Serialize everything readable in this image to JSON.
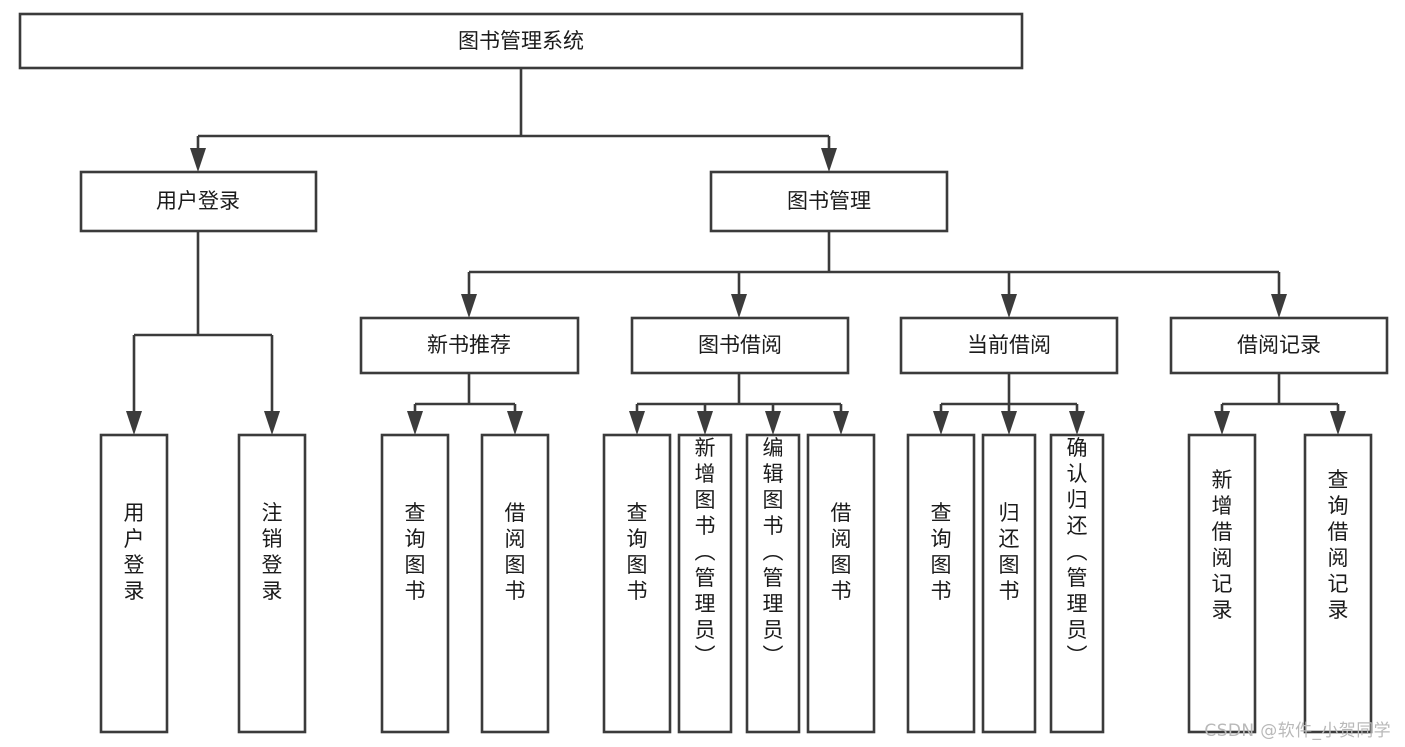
{
  "diagram": {
    "title": "图书管理系统",
    "type": "hierarchy-tree",
    "watermark": "CSDN @软件_小贺同学",
    "colors": {
      "background": "#ffffff",
      "box_fill": "#ffffff",
      "box_stroke": "#3b3b3b",
      "text": "#1b1b1b",
      "watermark": "#b9b9b9"
    },
    "levels": [
      {
        "level": 1,
        "orientation": "horizontal",
        "nodes": [
          {
            "id": "root",
            "label": "图书管理系统"
          }
        ]
      },
      {
        "level": 2,
        "orientation": "horizontal",
        "nodes": [
          {
            "id": "user-login",
            "label": "用户登录",
            "parent": "root"
          },
          {
            "id": "book-manage",
            "label": "图书管理",
            "parent": "root"
          }
        ]
      },
      {
        "level": 3,
        "orientation": "horizontal",
        "nodes": [
          {
            "id": "new-book-rec",
            "label": "新书推荐",
            "parent": "book-manage"
          },
          {
            "id": "book-borrow",
            "label": "图书借阅",
            "parent": "book-manage"
          },
          {
            "id": "current-borrow",
            "label": "当前借阅",
            "parent": "book-manage"
          },
          {
            "id": "borrow-record",
            "label": "借阅记录",
            "parent": "book-manage"
          }
        ]
      },
      {
        "level": 4,
        "orientation": "vertical",
        "nodes": [
          {
            "id": "leaf-1",
            "label": "用户登录",
            "parent": "user-login"
          },
          {
            "id": "leaf-2",
            "label": "注销登录",
            "parent": "user-login"
          },
          {
            "id": "leaf-3",
            "label": "查询图书",
            "parent": "new-book-rec"
          },
          {
            "id": "leaf-4",
            "label": "借阅图书",
            "parent": "new-book-rec"
          },
          {
            "id": "leaf-5",
            "label": "查询图书",
            "parent": "book-borrow"
          },
          {
            "id": "leaf-6",
            "label": "新增图书（管理员）",
            "parent": "book-borrow"
          },
          {
            "id": "leaf-7",
            "label": "编辑图书（管理员）",
            "parent": "book-borrow"
          },
          {
            "id": "leaf-8",
            "label": "借阅图书",
            "parent": "book-borrow"
          },
          {
            "id": "leaf-9",
            "label": "查询图书",
            "parent": "current-borrow"
          },
          {
            "id": "leaf-10",
            "label": "归还图书",
            "parent": "current-borrow"
          },
          {
            "id": "leaf-11",
            "label": "确认归还（管理员）",
            "parent": "current-borrow"
          },
          {
            "id": "leaf-12",
            "label": "新增借阅记录",
            "parent": "borrow-record"
          },
          {
            "id": "leaf-13",
            "label": "查询借阅记录",
            "parent": "borrow-record"
          }
        ]
      }
    ]
  }
}
